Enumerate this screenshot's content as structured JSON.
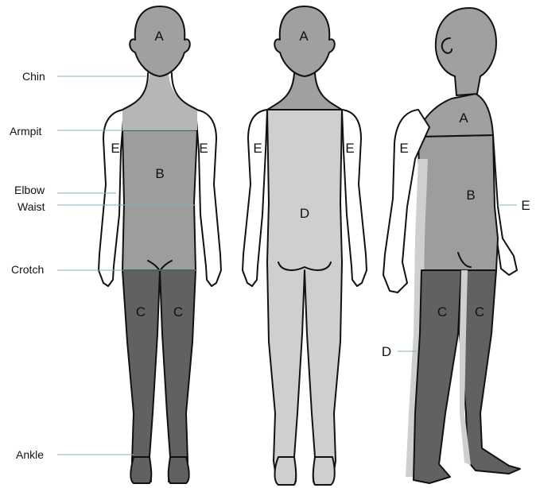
{
  "landmarks": {
    "chin": "Chin",
    "armpit": "Armpit",
    "elbow": "Elbow",
    "waist": "Waist",
    "crotch": "Crotch",
    "ankle": "Ankle"
  },
  "zones": {
    "a": "A",
    "b": "B",
    "c": "C",
    "d": "D",
    "e": "E"
  },
  "colors": {
    "zone_a": "#a0a0a0",
    "zone_b": "#9d9d9d",
    "zone_c": "#616161",
    "zone_d": "#cfcfcf",
    "zone_e": "#ffffff",
    "guide_line": "#7fb3bf",
    "outline": "#111111"
  }
}
